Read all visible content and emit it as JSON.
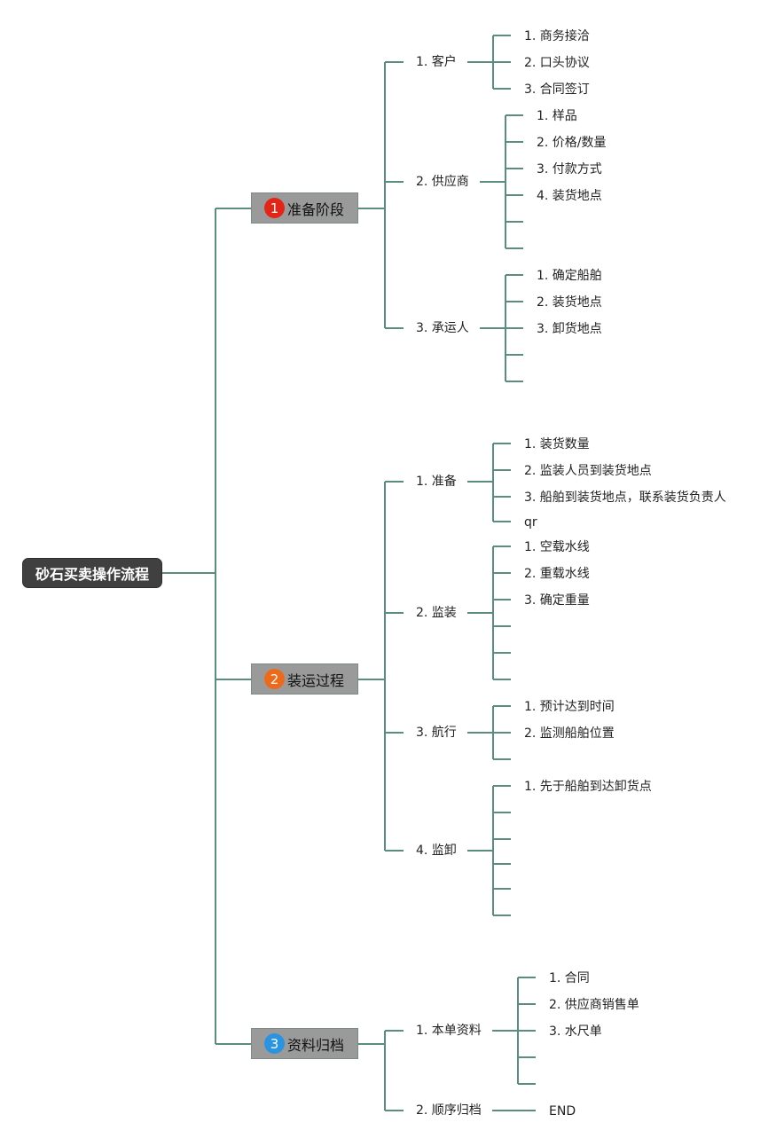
{
  "title": "砂石买卖操作流程",
  "colors": {
    "line": "#5b8c80",
    "badge_1": "#e32517",
    "badge_2": "#ee6a1b",
    "badge_3": "#2a94e0"
  },
  "stages": [
    {
      "badge": "1",
      "label": "准备阶段",
      "children": [
        {
          "label": "1. 客户",
          "items": [
            "1. 商务接洽",
            "2. 口头协议",
            "3. 合同签订"
          ]
        },
        {
          "label": "2. 供应商",
          "items": [
            "1. 样品",
            "2. 价格/数量",
            "3. 付款方式",
            "4. 装货地点",
            "",
            ""
          ]
        },
        {
          "label": "3. 承运人",
          "items": [
            "1. 确定船舶",
            "2. 装货地点",
            "3. 卸货地点",
            "",
            ""
          ]
        }
      ]
    },
    {
      "badge": "2",
      "label": "装运过程",
      "children": [
        {
          "label": "1. 准备",
          "items": [
            "1. 装货数量",
            "2. 监装人员到装货地点",
            "3. 船舶到装货地点，联系装货负责人",
            "qr"
          ]
        },
        {
          "label": "2. 监装",
          "items": [
            "1. 空载水线",
            "2. 重载水线",
            "3. 确定重量",
            "",
            "",
            ""
          ]
        },
        {
          "label": "3. 航行",
          "items": [
            "1. 预计达到时间",
            "2. 监测船舶位置",
            ""
          ]
        },
        {
          "label": "4. 监卸",
          "items": [
            "1. 先于船舶到达卸货点",
            "",
            "",
            "",
            "",
            ""
          ]
        }
      ]
    },
    {
      "badge": "3",
      "label": "资料归档",
      "children": [
        {
          "label": "1. 本单资料",
          "items": [
            "1. 合同",
            "2. 供应商销售单",
            "3. 水尺单",
            "",
            ""
          ]
        },
        {
          "label": "2. 顺序归档",
          "items": [
            "END"
          ]
        }
      ]
    }
  ]
}
